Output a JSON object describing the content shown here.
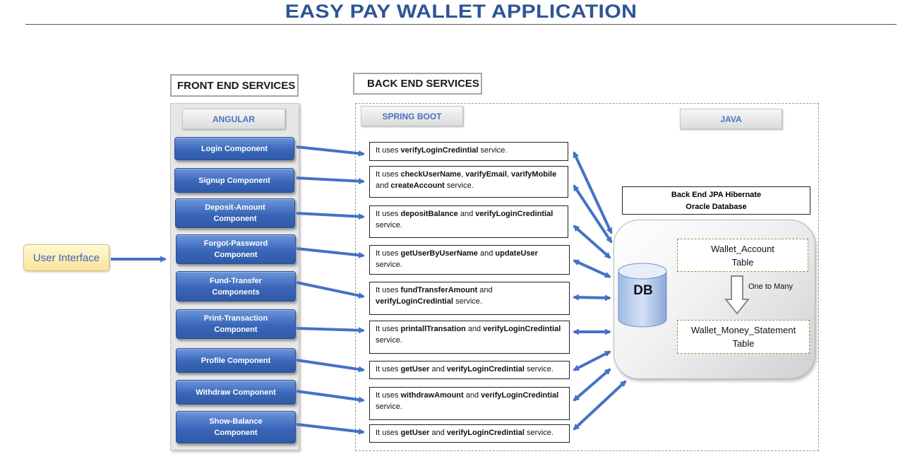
{
  "title": "EASY PAY WALLET APPLICATION",
  "frontend": {
    "header": "FRONT END SERVICES",
    "tech": "ANGULAR"
  },
  "backend": {
    "header": "BACK END SERVICES",
    "tech_left": "SPRING BOOT",
    "tech_right": "JAVA"
  },
  "user_interface": "User Interface",
  "components": [
    {
      "line1": "Login Component",
      "line2": ""
    },
    {
      "line1": "Signup Component",
      "line2": ""
    },
    {
      "line1": "Deposit-Amount",
      "line2": "Component"
    },
    {
      "line1": "Forgot-Password",
      "line2": "Component"
    },
    {
      "line1": "Fund-Transfer",
      "line2": "Components"
    },
    {
      "line1": "Print-Transaction",
      "line2": "Component"
    },
    {
      "line1": "Profile Component",
      "line2": ""
    },
    {
      "line1": "Withdraw Component",
      "line2": ""
    },
    {
      "line1": "Show-Balance",
      "line2": "Component"
    }
  ],
  "services": [
    {
      "parts": [
        {
          "t": "It uses ",
          "b": false
        },
        {
          "t": "verifyLoginCredintial",
          "b": true
        },
        {
          "t": " service.",
          "b": false
        }
      ]
    },
    {
      "parts": [
        {
          "t": "It uses ",
          "b": false
        },
        {
          "t": "checkUserName",
          "b": true
        },
        {
          "t": ", ",
          "b": false
        },
        {
          "t": "varifyEmail",
          "b": true
        },
        {
          "t": ", ",
          "b": false
        },
        {
          "t": "varifyMobile",
          "b": true
        },
        {
          "t": " and ",
          "b": false
        },
        {
          "t": "createAccount",
          "b": true
        },
        {
          "t": " service.",
          "b": false
        }
      ]
    },
    {
      "parts": [
        {
          "t": "It uses ",
          "b": false
        },
        {
          "t": "depositBalance",
          "b": true
        },
        {
          "t": " and ",
          "b": false
        },
        {
          "t": "verifyLoginCredintial",
          "b": true
        },
        {
          "t": " service.",
          "b": false
        }
      ]
    },
    {
      "parts": [
        {
          "t": "It uses ",
          "b": false
        },
        {
          "t": "getUserByUserName",
          "b": true
        },
        {
          "t": " and ",
          "b": false
        },
        {
          "t": "updateUser",
          "b": true
        },
        {
          "t": " service.",
          "b": false
        }
      ]
    },
    {
      "parts": [
        {
          "t": "It uses ",
          "b": false
        },
        {
          "t": "fundTransferAmount",
          "b": true
        },
        {
          "t": " and ",
          "b": false
        },
        {
          "t": "verifyLoginCredintial",
          "b": true
        },
        {
          "t": " service.",
          "b": false
        }
      ]
    },
    {
      "parts": [
        {
          "t": "It uses ",
          "b": false
        },
        {
          "t": "printallTransation",
          "b": true
        },
        {
          "t": " and ",
          "b": false
        },
        {
          "t": "verifyLoginCredintial",
          "b": true
        },
        {
          "t": " service.",
          "b": false
        }
      ]
    },
    {
      "parts": [
        {
          "t": "It uses ",
          "b": false
        },
        {
          "t": "getUser",
          "b": true
        },
        {
          "t": " and ",
          "b": false
        },
        {
          "t": "verifyLoginCredintial",
          "b": true
        },
        {
          "t": " service.",
          "b": false
        }
      ]
    },
    {
      "parts": [
        {
          "t": "It uses ",
          "b": false
        },
        {
          "t": "withdrawAmount",
          "b": true
        },
        {
          "t": " and ",
          "b": false
        },
        {
          "t": "verifyLoginCredintial",
          "b": true
        },
        {
          "t": " service.",
          "b": false
        }
      ]
    },
    {
      "parts": [
        {
          "t": "It uses ",
          "b": false
        },
        {
          "t": "getUser",
          "b": true
        },
        {
          "t": " and ",
          "b": false
        },
        {
          "t": "verifyLoginCredintial",
          "b": true
        },
        {
          "t": " service.",
          "b": false
        }
      ]
    }
  ],
  "database": {
    "jpa_line1": "Back End JPA Hibernate",
    "jpa_line2": "Oracle Database",
    "db_label": "DB",
    "table1_line1": "Wallet_Account",
    "table1_line2": "Table",
    "table2_line1": "Wallet_Money_Statement",
    "table2_line2": "Table",
    "relation": "One to Many"
  },
  "colors": {
    "arrow": "#4472c4",
    "title": "#2f5597",
    "component": "#3a66b9"
  }
}
